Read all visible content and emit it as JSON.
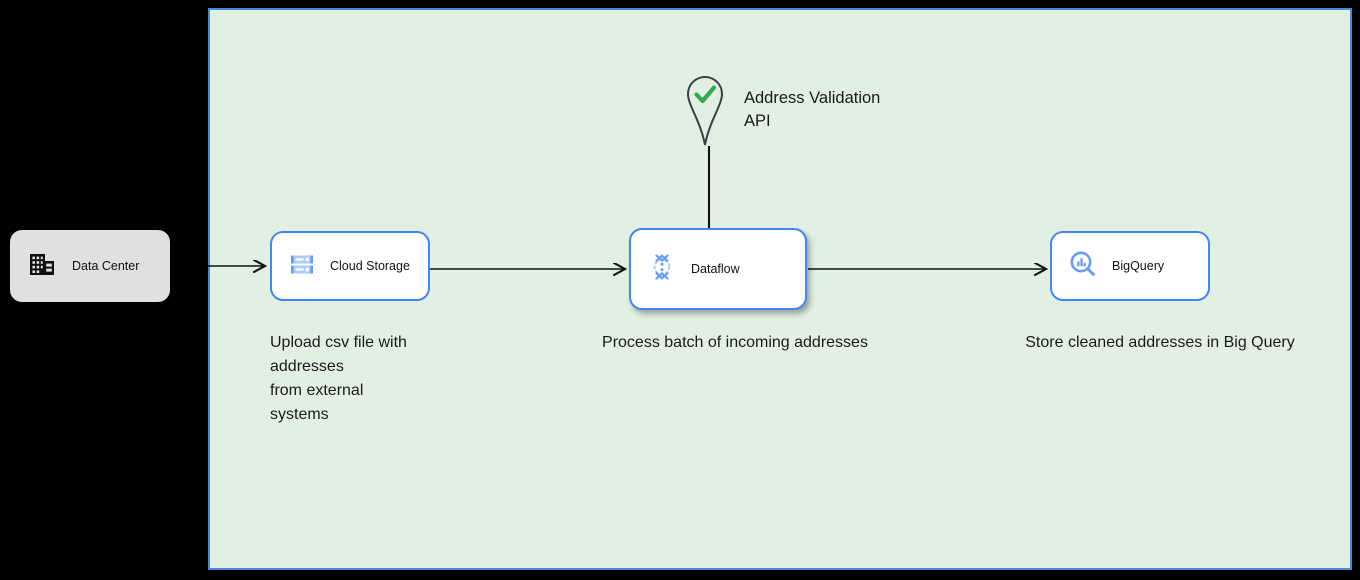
{
  "canvas": {
    "background_color": "#e2f0e4",
    "border_color": "#4a86d4"
  },
  "external": {
    "datacenter": {
      "label": "Data Center",
      "icon": "building-icon",
      "background_color": "#e0e0e0"
    }
  },
  "nodes": [
    {
      "id": "cloud-storage",
      "label": "Cloud Storage",
      "icon": "cloud-storage-icon",
      "accent_color": "#4285f4",
      "selected": false,
      "caption": "Upload csv file with\naddresses\nfrom external\nsystems"
    },
    {
      "id": "dataflow",
      "label": "Dataflow",
      "icon": "dataflow-icon",
      "accent_color": "#4285f4",
      "selected": true,
      "caption": "Process batch of incoming addresses"
    },
    {
      "id": "bigquery",
      "label": "BigQuery",
      "icon": "bigquery-icon",
      "accent_color": "#4285f4",
      "selected": false,
      "caption": "Store cleaned addresses in Big Query"
    }
  ],
  "api_node": {
    "label": "Address Validation\nAPI",
    "icon": "map-pin-check-icon",
    "check_color": "#34a853",
    "pin_color": "#3c4043"
  },
  "edges": [
    {
      "id": "datacenter-to-storage",
      "from": "Data Center",
      "to": "Cloud Storage",
      "arrow": true
    },
    {
      "id": "storage-to-dataflow",
      "from": "Cloud Storage",
      "to": "Dataflow",
      "arrow": true
    },
    {
      "id": "dataflow-to-bigquery",
      "from": "Dataflow",
      "to": "BigQuery",
      "arrow": true
    },
    {
      "id": "api-to-dataflow",
      "from": "Address Validation API",
      "to": "Dataflow",
      "arrow": false
    }
  ]
}
